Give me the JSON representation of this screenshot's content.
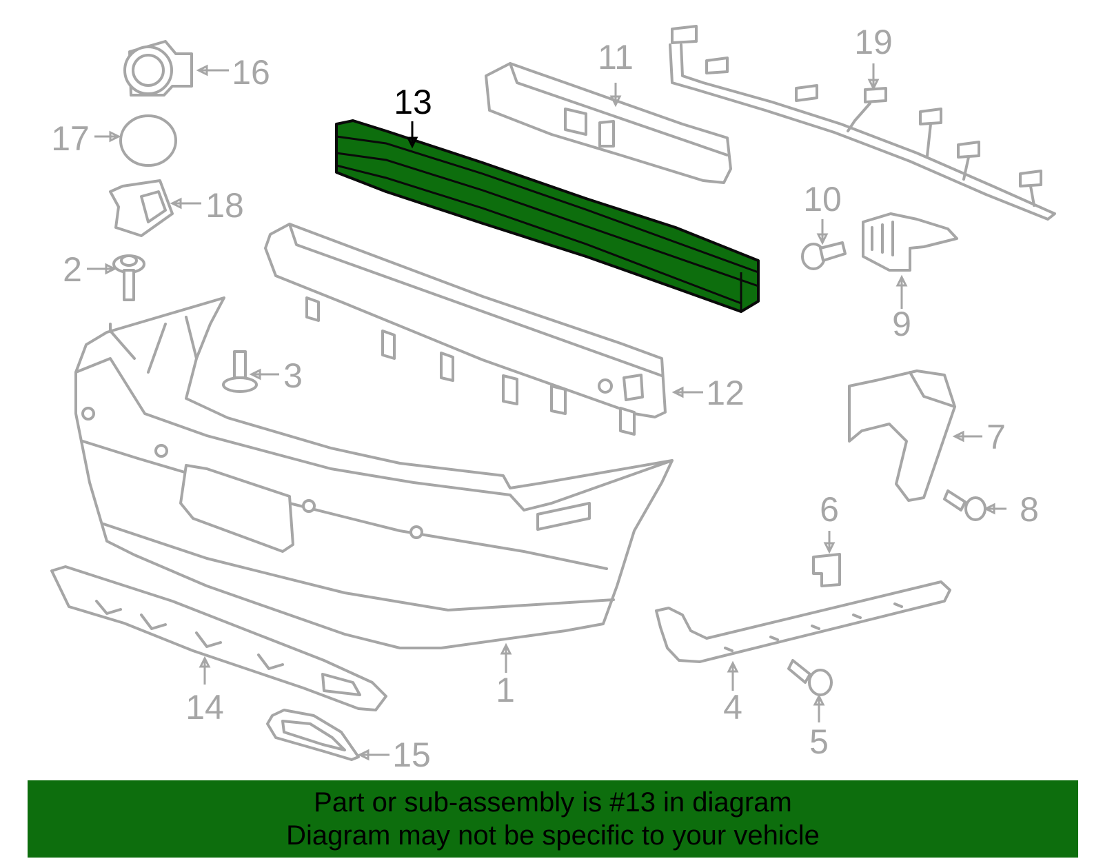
{
  "colors": {
    "highlight": "#0d6e0d",
    "banner": "#0d6e0d",
    "line": "#a6a6a6",
    "text": "#000000"
  },
  "highlighted_part": "13",
  "callouts": [
    "1",
    "2",
    "3",
    "4",
    "5",
    "6",
    "7",
    "8",
    "9",
    "10",
    "11",
    "12",
    "13",
    "14",
    "15",
    "16",
    "17",
    "18",
    "19"
  ],
  "banner": {
    "line1": "Part or sub-assembly is #13 in diagram",
    "line2": "Diagram may not be specific to your vehicle"
  }
}
